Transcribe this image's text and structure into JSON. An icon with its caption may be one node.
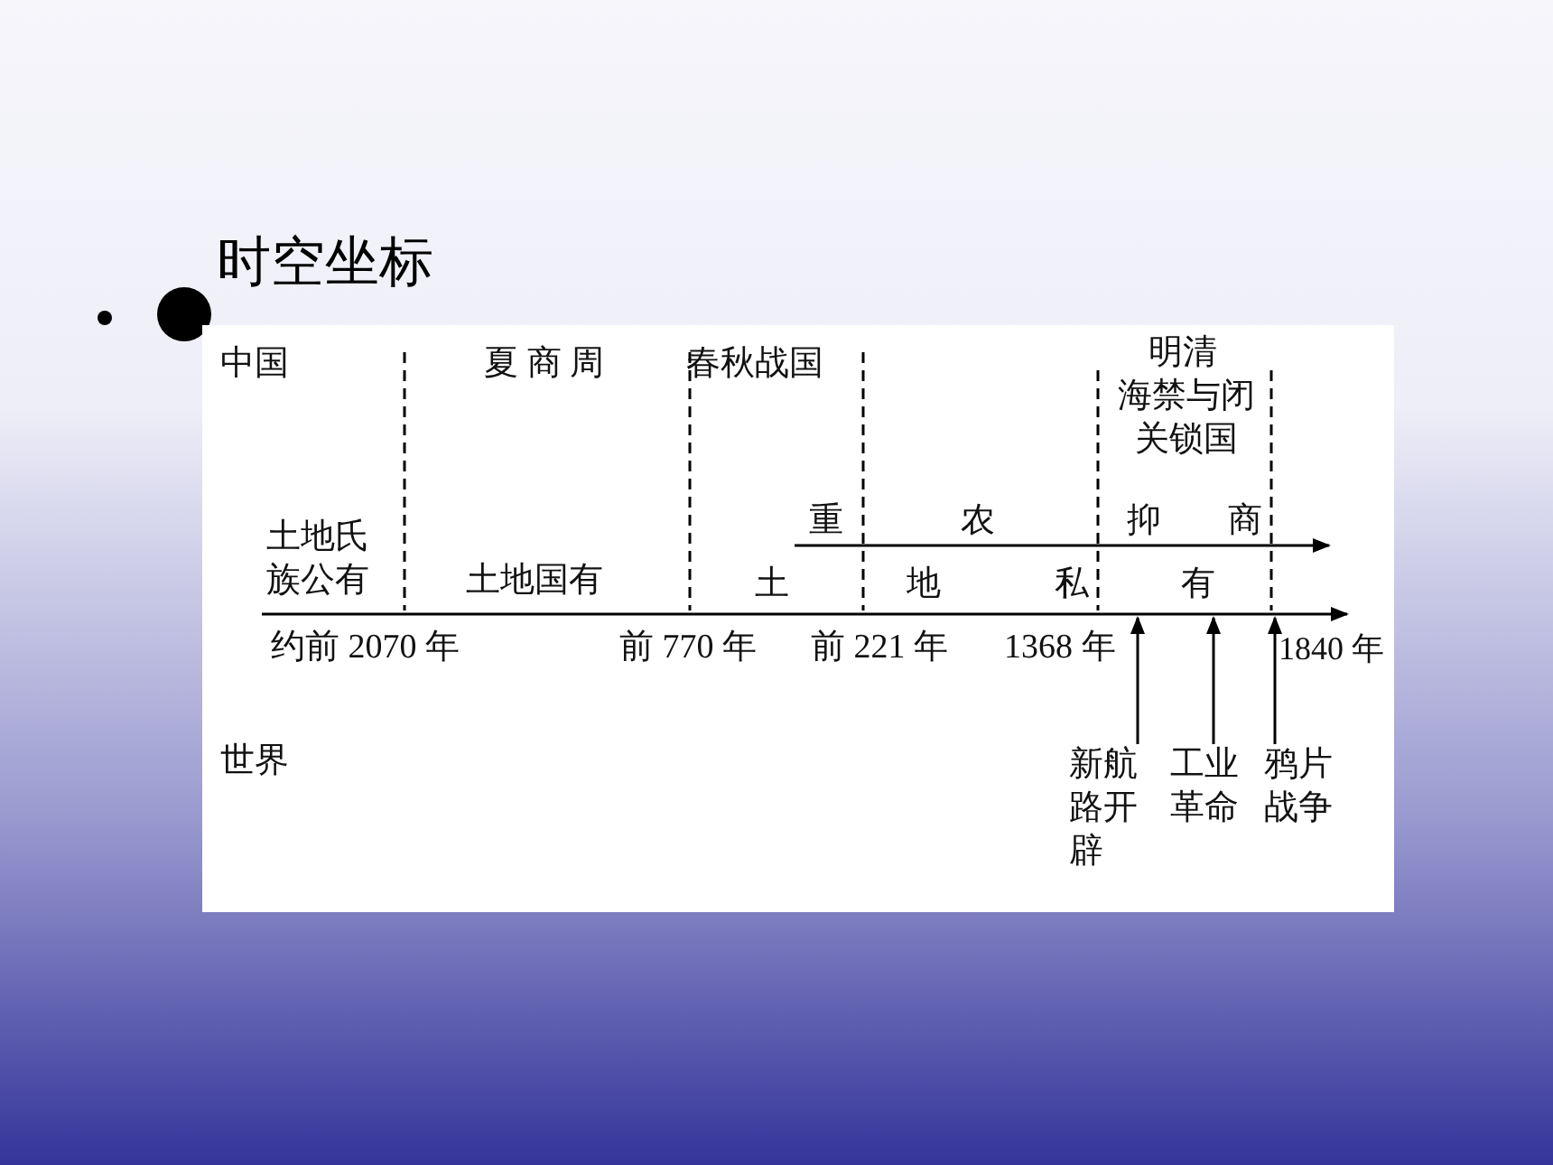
{
  "diagram": {
    "title": "时空坐标",
    "nodes": [
      {
        "text": [
          "新航路开辟"
        ]
      },
      {
        "text": [
          "工业革命"
        ]
      },
      {
        "text": [
          "鸦片战争"
        ]
      },
      {
        "text": [],
        "shape": "bar"
      }
    ],
    "edges": [
      {
        "from": 0,
        "to": 3,
        "arrow": "to"
      },
      {
        "from": 1,
        "to": 3,
        "arrow": "to"
      },
      {
        "from": 2,
        "to": 3,
        "arrow": "to"
      }
    ],
    "labels": [
      "中国",
      "夏 商 周",
      "春秋战国",
      "明清",
      "海禁与闭关锁国",
      "土地氏族公有",
      "重",
      "农",
      "抑",
      "商",
      "土地国有",
      "土",
      "地",
      "私",
      "有",
      "约前 2070 年",
      "前 770 年",
      "前 221 年",
      "1368 年",
      "1840 年",
      "世界"
    ]
  }
}
